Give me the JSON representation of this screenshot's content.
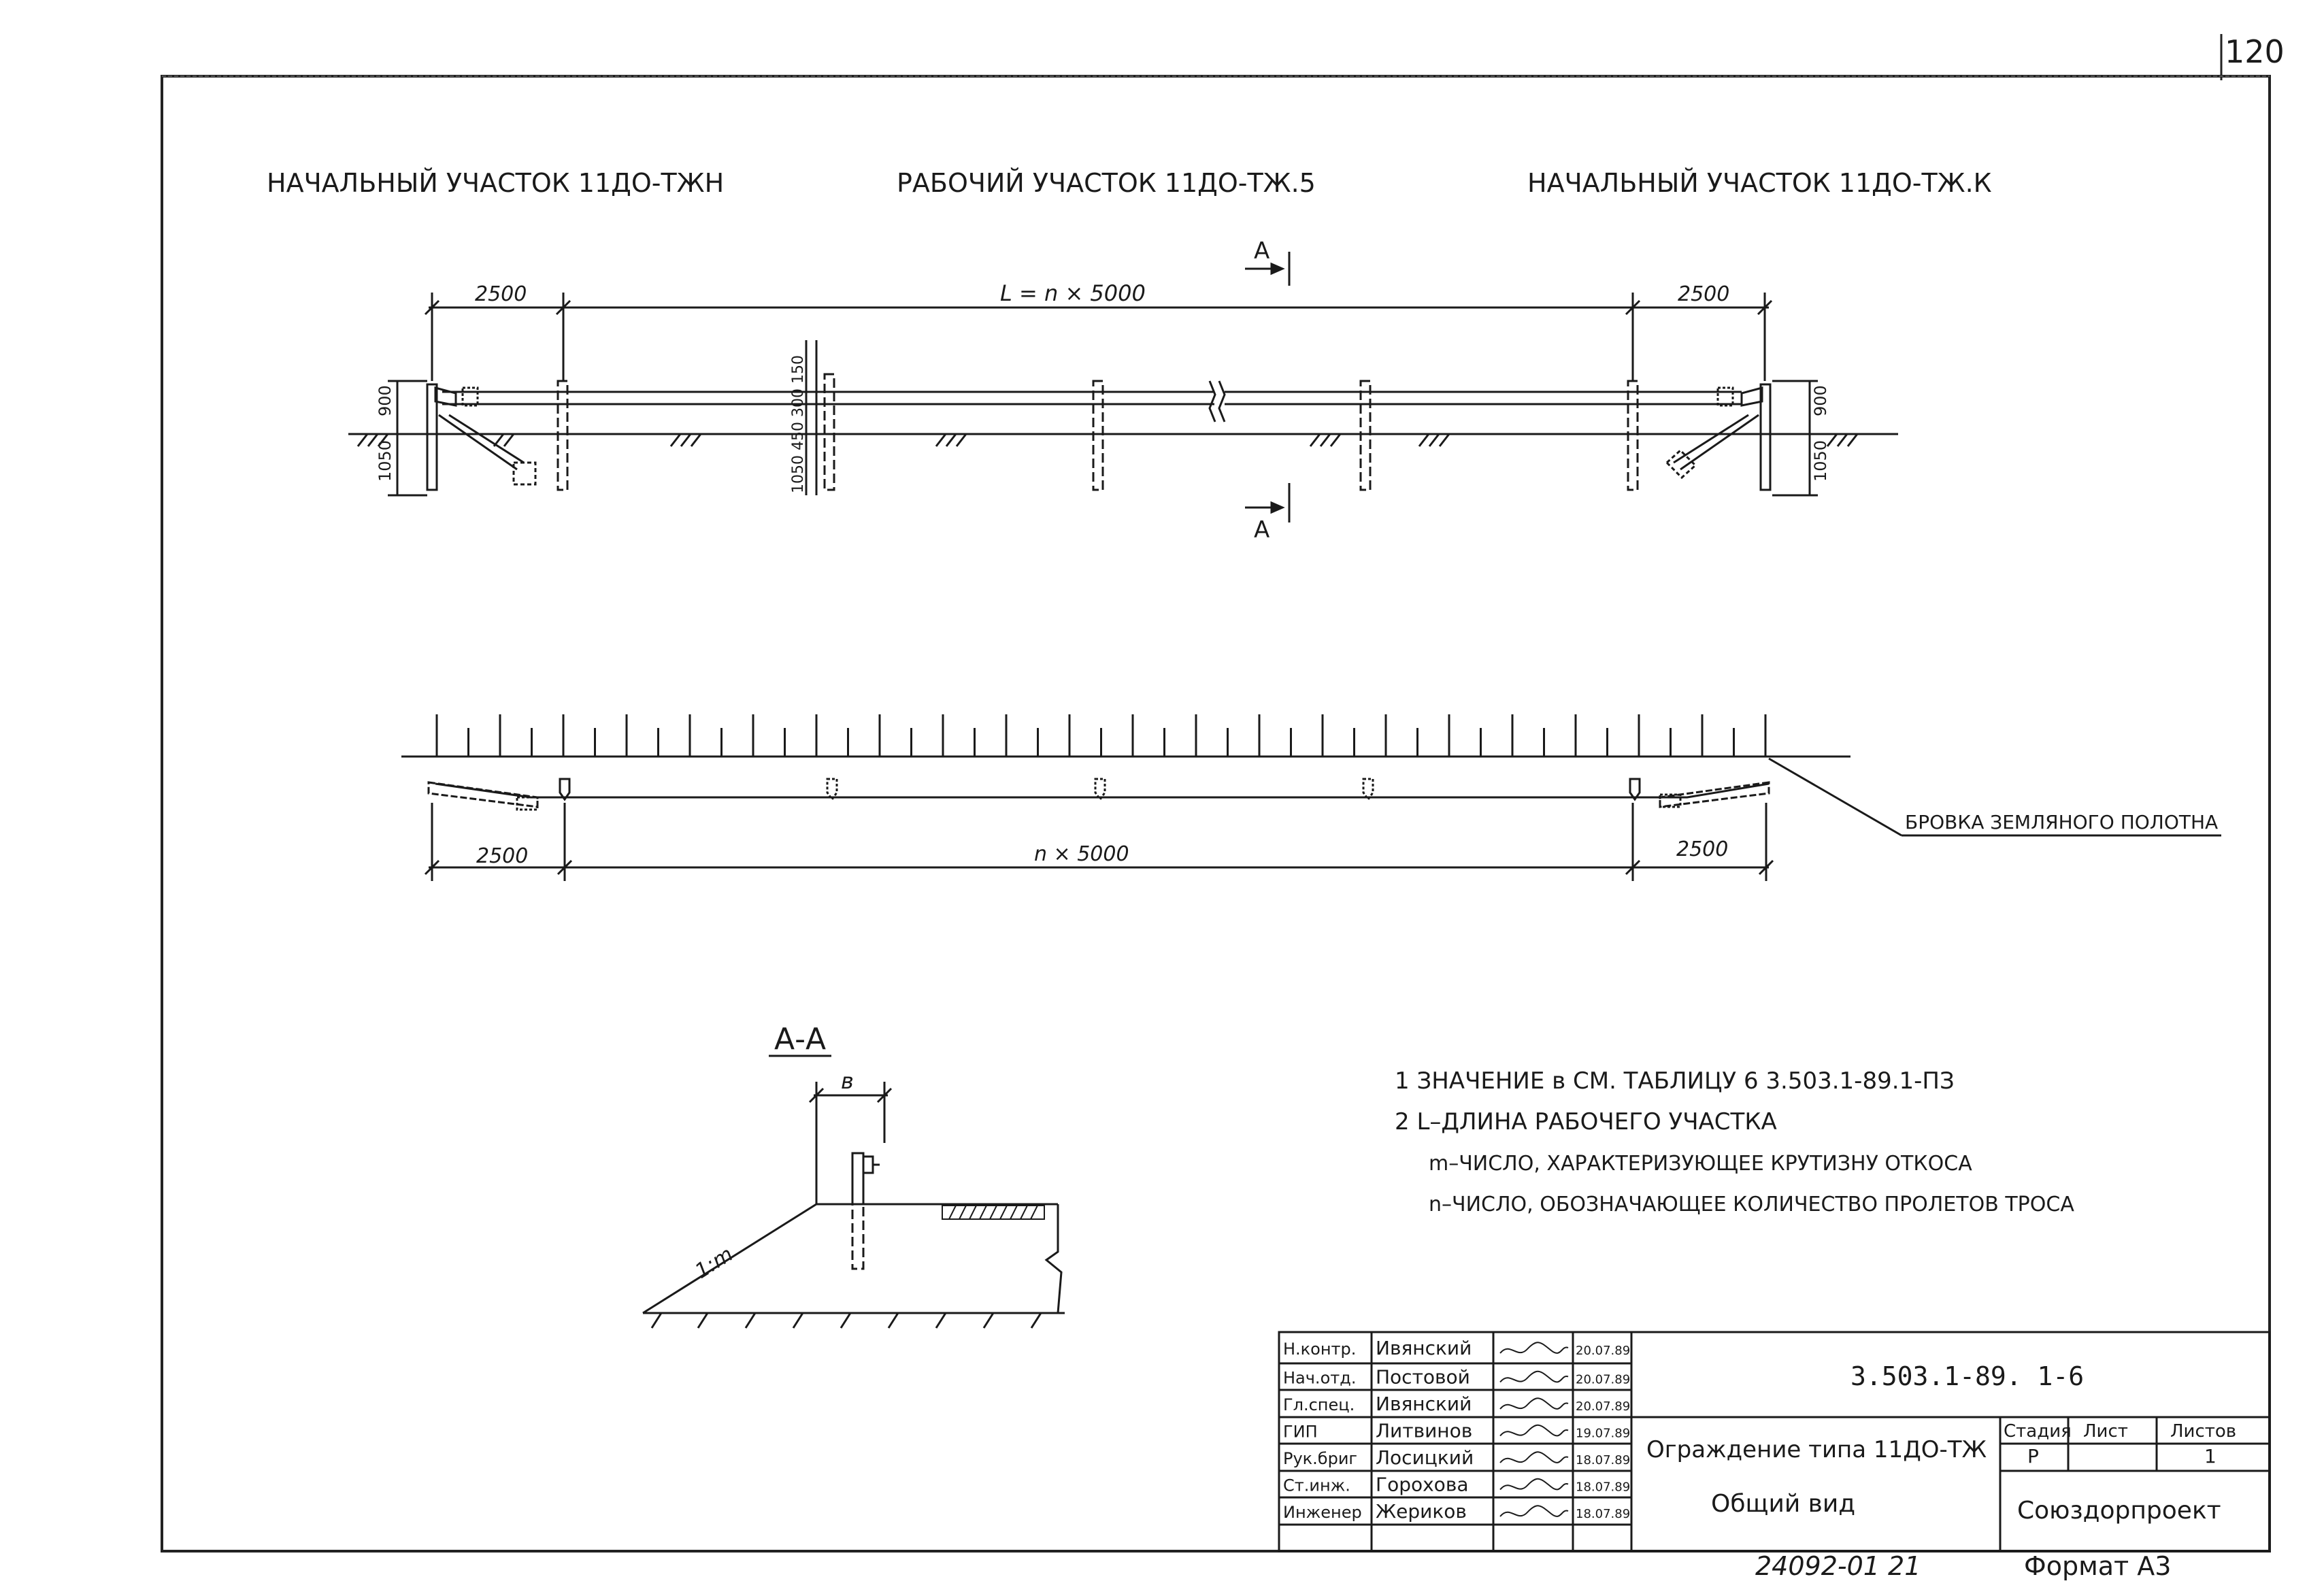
{
  "sheet_number": "120",
  "headers": {
    "left": "НАЧАЛЬНЫЙ УЧАСТОК 11ДО-ТЖН",
    "middle": "РАБОЧИЙ УЧАСТОК 11ДО-ТЖ.5",
    "right": "НАЧАЛЬНЫЙ УЧАСТОК 11ДО-ТЖ.К"
  },
  "elevation": {
    "dim_left": "2500",
    "dim_total": "L = n × 5000",
    "dim_right": "2500",
    "left_height_top": "900",
    "left_height_bottom": "1050",
    "right_height_top": "900",
    "right_height_bottom": "1050",
    "post_dims": "1050 450 300 150",
    "section_mark_top": "А",
    "section_mark_bottom": "А"
  },
  "plan": {
    "dim_left": "2500",
    "dim_mid": "n × 5000",
    "dim_right": "2500",
    "edge_label": "БРОВКА ЗЕМЛЯНОГО ПОЛОТНА"
  },
  "section": {
    "title": "А-А",
    "dim_b": "в",
    "slope_label": "1:m"
  },
  "notes": [
    "1 ЗНАЧЕНИЕ в СМ. ТАБЛИЦУ 6 3.503.1-89.1-ПЗ",
    "2 L–ДЛИНА РАБОЧЕГО УЧАСТКА",
    "m–ЧИСЛО, ХАРАКТЕРИЗУЮЩЕЕ КРУТИЗНУ ОТКОСА",
    "n–ЧИСЛО, ОБОЗНАЧАЮЩЕЕ КОЛИЧЕСТВО ПРОЛЕТОВ ТРОСА"
  ],
  "title_block": {
    "signatures": [
      {
        "role": "Н.контр.",
        "name": "Ивянский",
        "date": "20.07.89"
      },
      {
        "role": "Нач.отд.",
        "name": "Постовой",
        "date": "20.07.89"
      },
      {
        "role": "Гл.спец.",
        "name": "Ивянский",
        "date": "20.07.89"
      },
      {
        "role": "ГИП",
        "name": "Литвинов",
        "date": "19.07.89"
      },
      {
        "role": "Рук.бриг",
        "name": "Лосицкий",
        "date": "18.07.89"
      },
      {
        "role": "Ст.инж.",
        "name": "Горохова",
        "date": "18.07.89"
      },
      {
        "role": "Инженер",
        "name": "Жериков",
        "date": "18.07.89"
      }
    ],
    "doc_code": "3.503.1-89. 1-6",
    "drawing_title_1": "Ограждение типа 11ДО-ТЖ",
    "drawing_title_2": "Общий вид",
    "stage_header": "Стадия",
    "sheet_header": "Лист",
    "sheets_header": "Листов",
    "stage_value": "Р",
    "sheets_value": "1",
    "organization": "Союздорпроект",
    "inventory": "24092-01 21",
    "format": "Формат А3"
  }
}
